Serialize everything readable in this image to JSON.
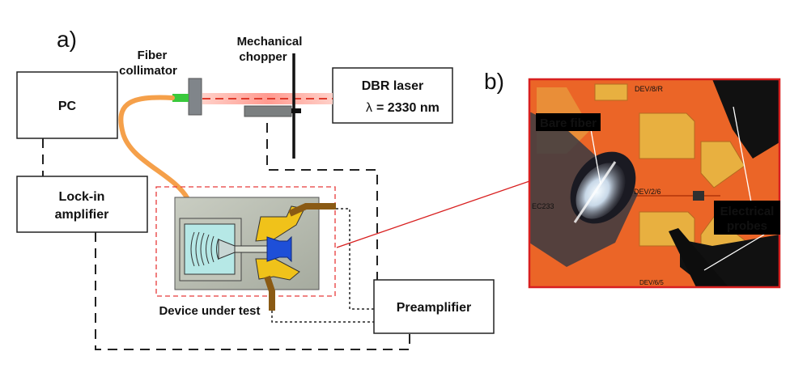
{
  "panel_a": {
    "tag": "a)",
    "pc_label": "PC",
    "lockin_line1": "Lock-in",
    "lockin_line2": "amplifier",
    "fiber_collimator_line1": "Fiber",
    "fiber_collimator_line2": "collimator",
    "chopper_line1": "Mechanical",
    "chopper_line2": "chopper",
    "laser_line1": "DBR laser",
    "laser_symbol": "λ",
    "laser_line2": "= 2330 nm",
    "dut_label": "Device under test",
    "preamp_label": "Preamplifier"
  },
  "panel_b": {
    "tag": "b)",
    "bare_fiber_label": "Bare fiber",
    "probes_line1": "Electrical",
    "probes_line2": "probes",
    "chip_mark_1": "DEV/8/R",
    "chip_mark_2": "DEV/2/6",
    "chip_mark_3": "EC233",
    "chip_mark_4": "DEV/6/5"
  },
  "colors": {
    "fiber": "#f5a04a",
    "collimator_tip": "#39c93c",
    "laser_beam": "#e03a2c",
    "dut_outline": "#e83a3a",
    "chip_pad": "#f0c21a",
    "chip_bg": "#b8bdb0",
    "detector": "#1e4fd8",
    "probe_wire": "#8a5a14",
    "photo_bg": "#e85820",
    "photo_pad": "#e8b040"
  }
}
